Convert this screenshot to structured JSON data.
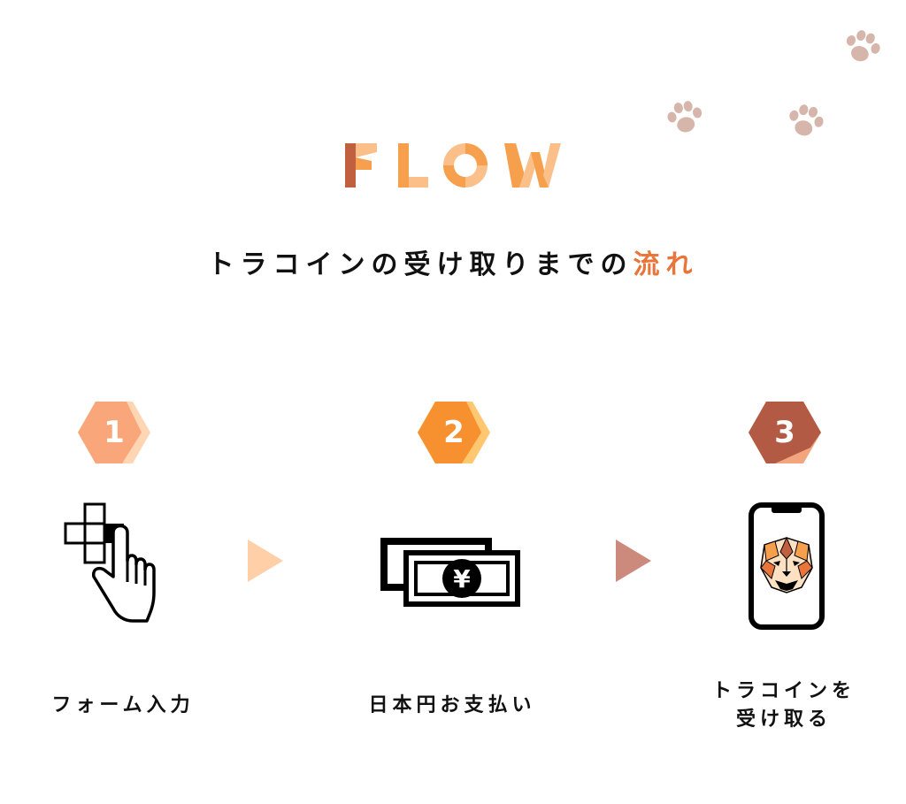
{
  "logo": {
    "text": "FLOW",
    "colors": {
      "light": "#fbc08a",
      "mid": "#f6a04e",
      "dark": "#c0603e"
    }
  },
  "headline": {
    "main": "トラコインの受け取りまでの",
    "accent": "流れ",
    "accent_color": "#e8753a"
  },
  "decor": {
    "paw_color": "#d6b6aa",
    "paw_icon": "paw-print-icon"
  },
  "steps": [
    {
      "number": "1",
      "label": "フォーム入力",
      "icon": "hand-pointer-form-icon",
      "badge_colors": [
        "#f9a77a",
        "#ffd5b4"
      ]
    },
    {
      "number": "2",
      "label": "日本円お支払い",
      "icon": "yen-banknote-icon",
      "badge_colors": [
        "#f7902e",
        "#ffc870"
      ]
    },
    {
      "number": "3",
      "label_line1": "トラコインを",
      "label_line2": "受け取る",
      "icon": "smartphone-tiger-icon",
      "badge_colors": [
        "#b35a44",
        "#f3a57e"
      ]
    }
  ],
  "arrows": [
    {
      "icon": "play-arrow-icon",
      "color": "#ffcfa8"
    },
    {
      "icon": "play-arrow-icon",
      "color": "#cc8a7c"
    }
  ]
}
